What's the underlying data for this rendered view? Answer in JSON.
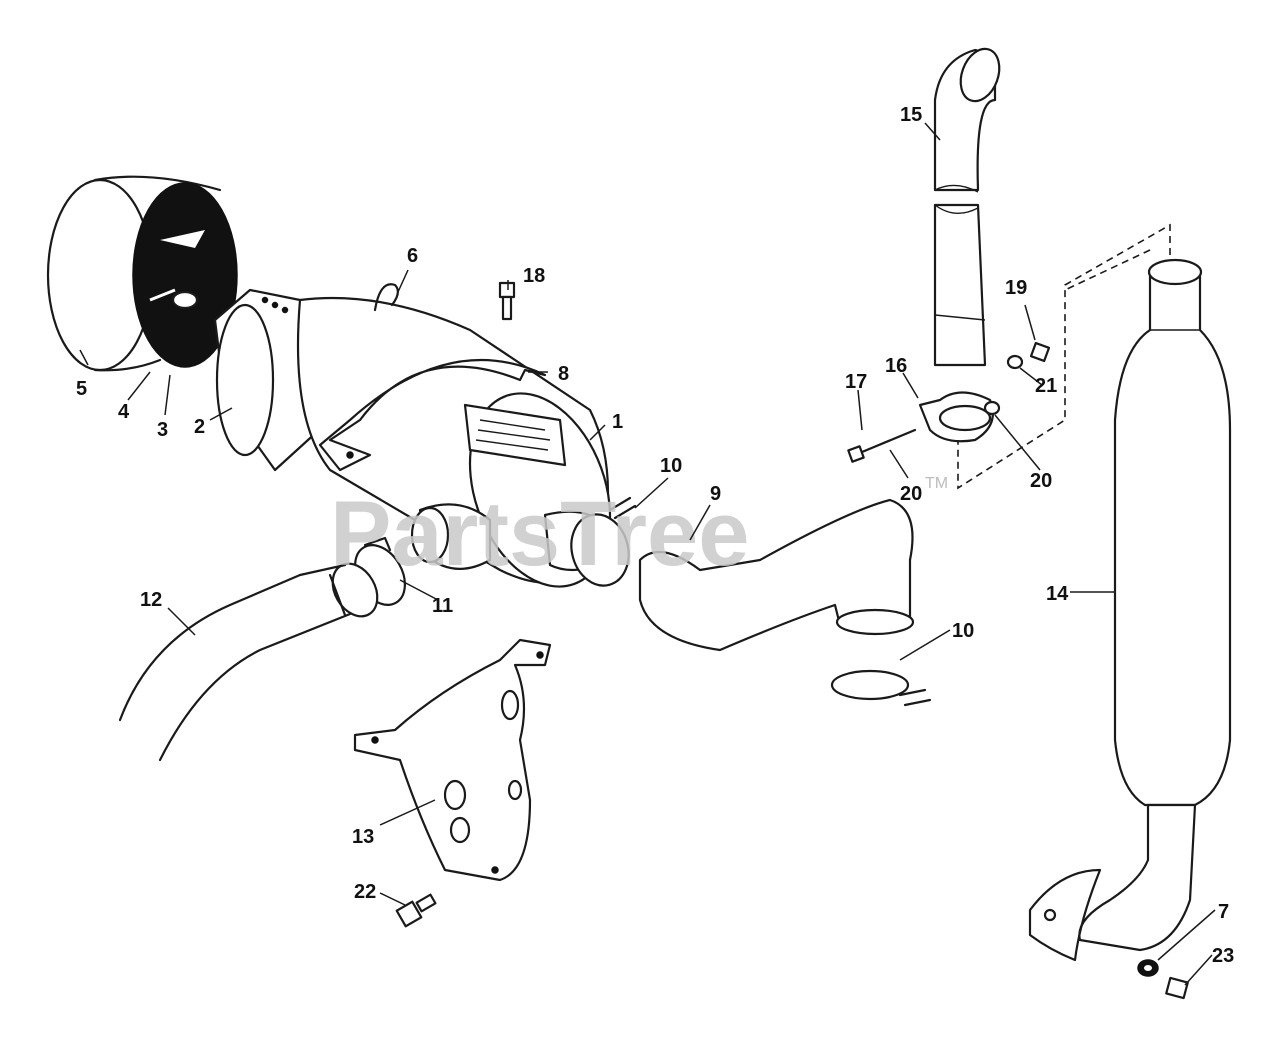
{
  "watermark": {
    "brand": "PartsTree",
    "trademark": "TM"
  },
  "callouts": {
    "c1": "1",
    "c2": "2",
    "c3": "3",
    "c4": "4",
    "c5": "5",
    "c6": "6",
    "c7": "7",
    "c8": "8",
    "c9": "9",
    "c10a": "10",
    "c10b": "10",
    "c11": "11",
    "c12": "12",
    "c13": "13",
    "c14": "14",
    "c15": "15",
    "c16": "16",
    "c17": "17",
    "c18": "18",
    "c19": "19",
    "c20a": "20",
    "c20b": "20",
    "c21": "21",
    "c22": "22",
    "c23": "23"
  }
}
